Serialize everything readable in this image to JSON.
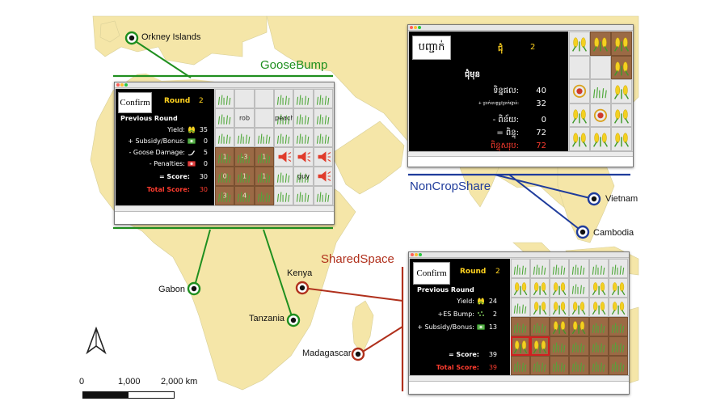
{
  "sites": {
    "orkney": "Orkney Islands",
    "gabon": "Gabon",
    "tanzania": "Tanzania",
    "kenya": "Kenya",
    "madagascar": "Madagascar",
    "vietnam": "Vietnam",
    "cambodia": "Cambodia"
  },
  "games": {
    "goosebump": "GooseBump",
    "noncropshare": "NonCropShare",
    "sharedspace": "SharedSpace"
  },
  "colors": {
    "goosebump": "#1f8f1f",
    "noncropshare": "#1f3c9c",
    "sharedspace": "#b0301c",
    "land": "#f5e6a8",
    "water": "#ffffff"
  },
  "scale": {
    "ticks": [
      "0",
      "1,000",
      "2,000 km"
    ],
    "north_icon": "north-arrow-icon"
  },
  "goosebump_screen": {
    "confirm": "Confirm",
    "round_label": "Round",
    "round_value": "2",
    "heading": "Previous Round",
    "rows": [
      {
        "label": "Yield:",
        "icon": "corn-icon",
        "value": "35"
      },
      {
        "label": "+ Subsidy/Bonus:",
        "icon": "money-icon",
        "value": "0"
      },
      {
        "label": "- Goose Damage:",
        "icon": "goose-icon",
        "value": "5"
      },
      {
        "label": "- Penalties:",
        "icon": "penalty-icon",
        "value": "0"
      }
    ],
    "score_label": "= Score:",
    "score_value": "30",
    "total_label": "Total Score:",
    "total_value": "30",
    "field_labels": {
      "rob": "rob",
      "peaches": "peaches",
      "guy": "guy",
      "n1": "1",
      "n2": "-3",
      "n3": "1",
      "n4": "0",
      "n5": "1",
      "n6": "1",
      "n7": "3",
      "n8": "4"
    }
  },
  "noncropshare_screen": {
    "confirm": "បញ្ជាក់",
    "round_label": "ជុំ",
    "round_value": "2",
    "heading": "ជុំមុន",
    "rows": [
      {
        "label": "ទិន្នផល:",
        "value": "40"
      },
      {
        "label": "+ ប្រាក់ឧបត្ថម្ភ/ប្រាក់រង្វាន់:",
        "value": "32"
      },
      {
        "label": "- ពិន័យ:",
        "value": "0"
      },
      {
        "label": "= ពិន្ទុ:",
        "value": "72"
      }
    ],
    "total_label": "ពិន្ទុសរុប:",
    "total_value": "72"
  },
  "sharedspace_screen": {
    "confirm": "Confirm",
    "round_label": "Round",
    "round_value": "2",
    "heading": "Previous Round",
    "rows": [
      {
        "label": "Yield:",
        "icon": "corn-icon",
        "value": "24"
      },
      {
        "label": "+ES Bump:",
        "icon": "sprout-icon",
        "value": "2"
      },
      {
        "label": "+ Subsidy/Bonus:",
        "icon": "money-icon",
        "value": "13"
      }
    ],
    "score_label": "= Score:",
    "score_value": "39",
    "total_label": "Total Score:",
    "total_value": "39"
  }
}
